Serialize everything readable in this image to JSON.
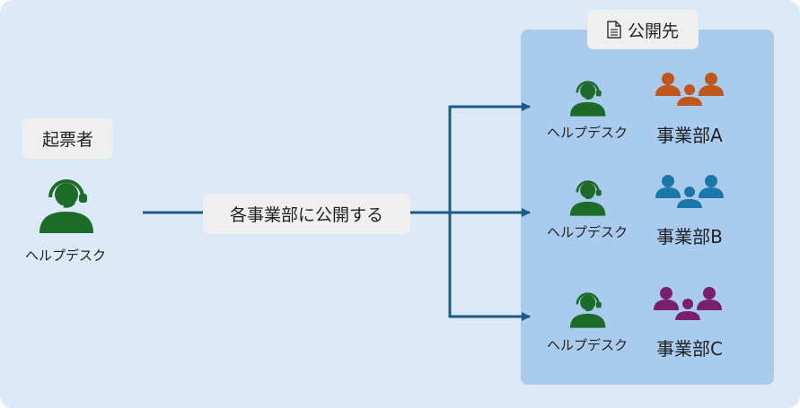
{
  "requester": {
    "heading": "起票者",
    "person_label": "ヘルプデスク"
  },
  "action_label": "各事業部に公開する",
  "publish_target": {
    "heading": "公開先",
    "icon": "document-icon",
    "rows": [
      {
        "person_label": "ヘルプデスク",
        "dept_label": "事業部A",
        "group_color": "#c0561b"
      },
      {
        "person_label": "ヘルプデスク",
        "dept_label": "事業部B",
        "group_color": "#1a78a8"
      },
      {
        "person_label": "ヘルプデスク",
        "dept_label": "事業部C",
        "group_color": "#7a1f6d"
      }
    ]
  },
  "colors": {
    "background": "#dce9f6",
    "panel": "#a9cbee",
    "arrow": "#1a5a85",
    "helpdesk": "#1d6b28"
  }
}
